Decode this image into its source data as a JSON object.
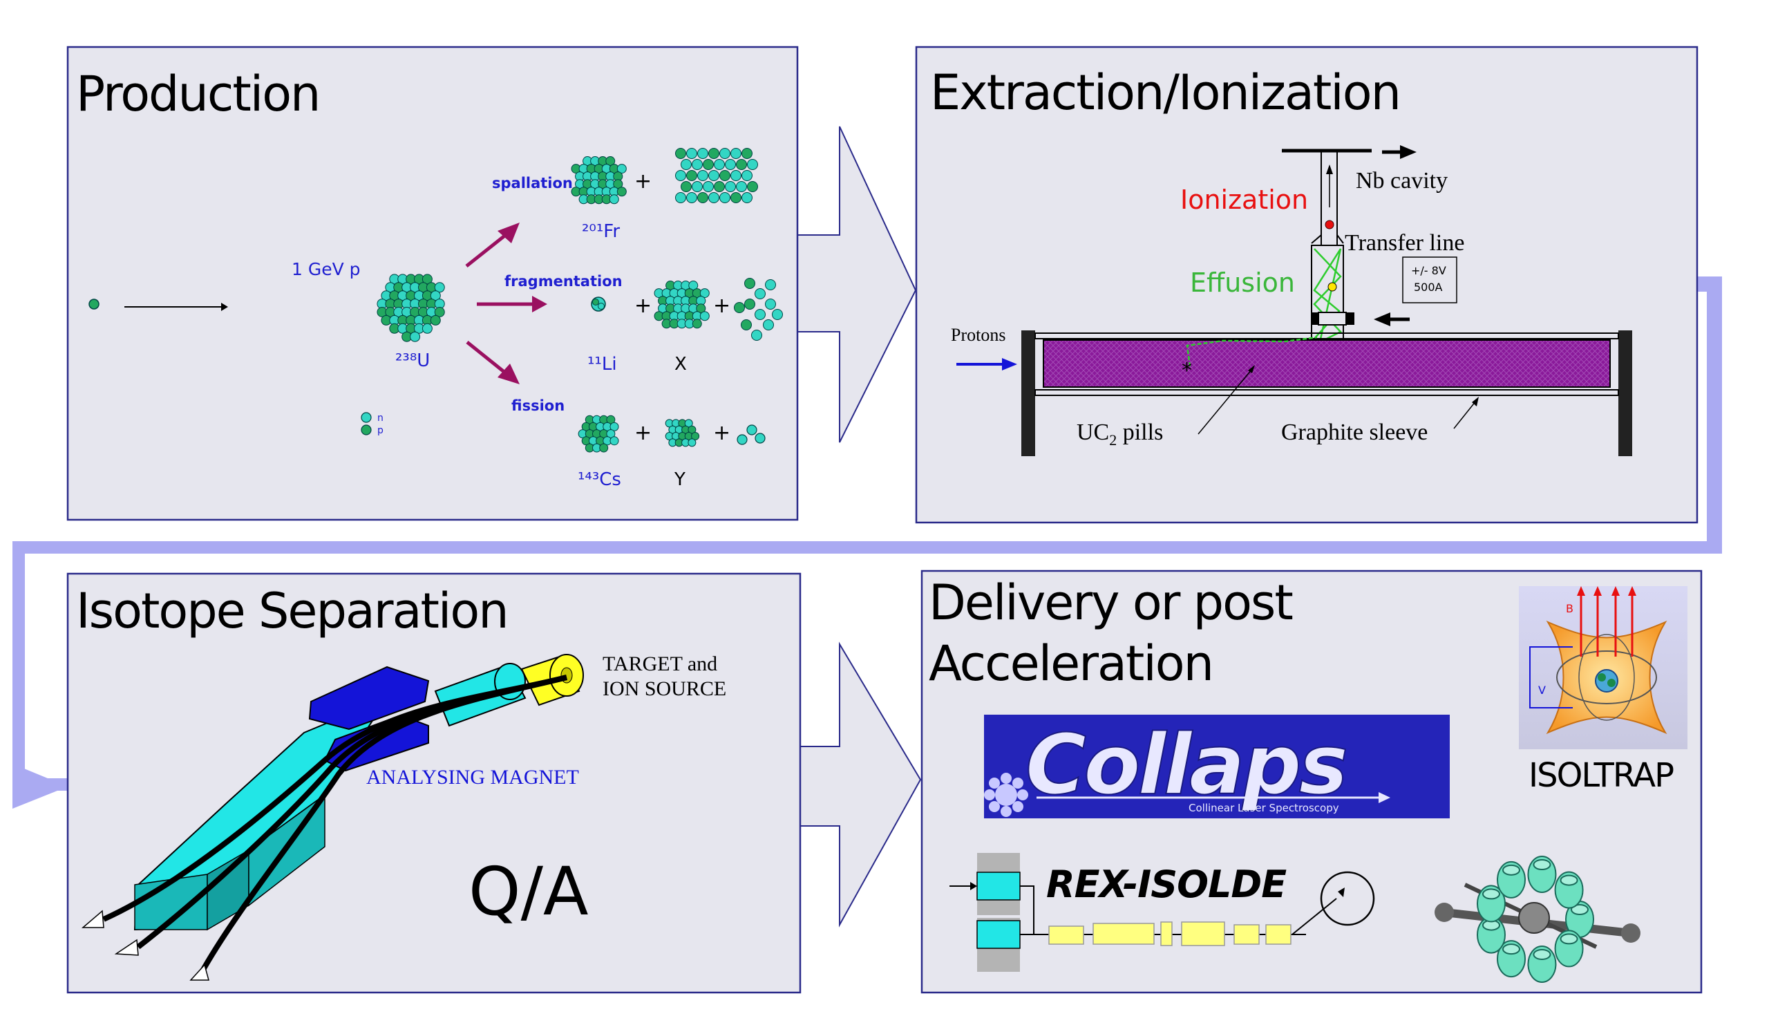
{
  "colors": {
    "panel_fill": "#e6e6ee",
    "panel_border": "#2a2a8a",
    "flow_connector": "#aaaaf2",
    "nucleon_fill": "#33d6c4",
    "nucleon_dark": "#22a860",
    "reaction_arrow": "#9a1060",
    "label_blue": "#1f1fd0",
    "ionization_red": "#e81010",
    "effusion_green": "#3ab63a",
    "target_purple": "#8a1a9a",
    "collaps_bg": "#2424b8",
    "beam_cyan": "#22e6e6",
    "magnet_blue": "#1414d8",
    "source_yellow": "#ffff24"
  },
  "production": {
    "title": "Production",
    "beam_label": "1 GeV p",
    "target_nucleus": "²³⁸U",
    "np_n": "n",
    "np_p": "p",
    "spallation": {
      "label": "spallation",
      "product": "²⁰¹Fr",
      "plus": "+"
    },
    "fragmentation": {
      "label": "fragmentation",
      "product": "¹¹Li",
      "product2": "X",
      "plus": "+"
    },
    "fission": {
      "label": "fission",
      "product": "¹⁴³Cs",
      "product2": "Y",
      "plus": "+"
    }
  },
  "extraction": {
    "title": "Extraction/Ionization",
    "nb_cavity": "Nb cavity",
    "ionization": "Ionization",
    "transfer_line": "Transfer line",
    "voltage": "+/- 8V",
    "current": "500A",
    "effusion": "Effusion",
    "protons": "Protons",
    "uc2_pills": "UC",
    "uc2_subscript": "2",
    "uc2_pills_suffix": " pills",
    "graphite_sleeve": "Graphite sleeve"
  },
  "separation": {
    "title": "Isotope Separation",
    "target_line1": "TARGET and",
    "target_line2": "ION SOURCE",
    "magnet_label": "ANALYSING MAGNET",
    "ratio": "Q/A"
  },
  "delivery": {
    "title_line1": "Delivery or post",
    "title_line2": "Acceleration",
    "collaps_logo": "Collaps",
    "collaps_sub": "Collinear Laser Spectroscopy",
    "isoltrap": "ISOLTRAP",
    "isoltrap_b": "B",
    "isoltrap_v": "V",
    "rex_isolde": "REX-ISOLDE"
  }
}
